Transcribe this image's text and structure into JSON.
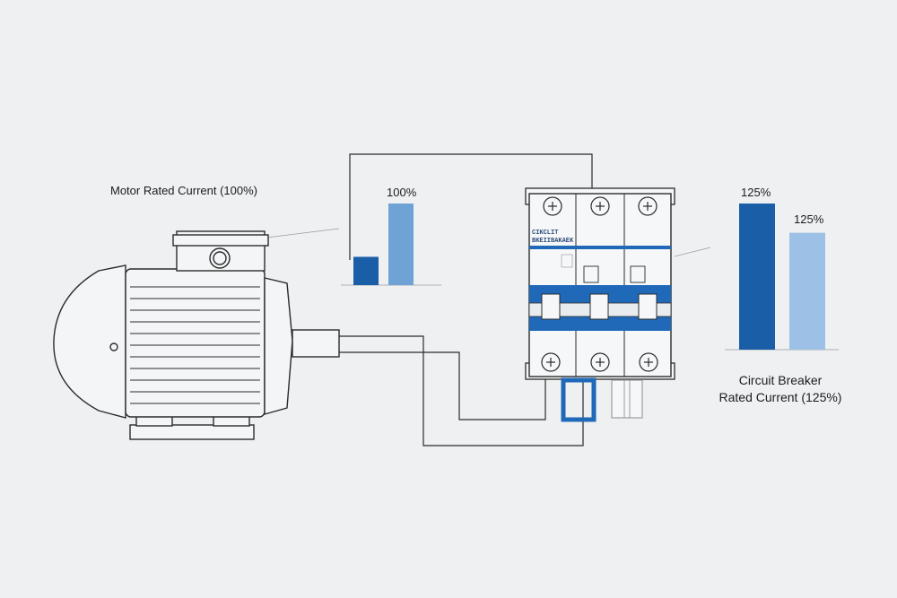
{
  "labels": {
    "motor_rated_current": "Motor Rated Current (100%)",
    "circuit_breaker_rated_current": "Circuit Breaker\nRated Current (125%)"
  },
  "chart_data": [
    {
      "type": "bar",
      "categories": [
        "",
        ""
      ],
      "values": [
        26,
        75
      ],
      "data_labels": [
        "",
        "100%"
      ],
      "colors": [
        "#1a5ea8",
        "#6fa3d6"
      ]
    },
    {
      "type": "bar",
      "categories": [
        "",
        ""
      ],
      "values": [
        125,
        100
      ],
      "data_labels": [
        "125%",
        "125%"
      ],
      "colors": [
        "#1a5ea8",
        "#9dc1e6"
      ]
    }
  ],
  "breaker": {
    "brand_line_1": "CIKCLIT",
    "brand_line_2": "BKEIIBAKAEK"
  },
  "colors": {
    "background": "#eef0f1",
    "line": "#2b2b2b",
    "breaker_blue": "#1f69b8",
    "light_blue": "#8fb8e2"
  }
}
